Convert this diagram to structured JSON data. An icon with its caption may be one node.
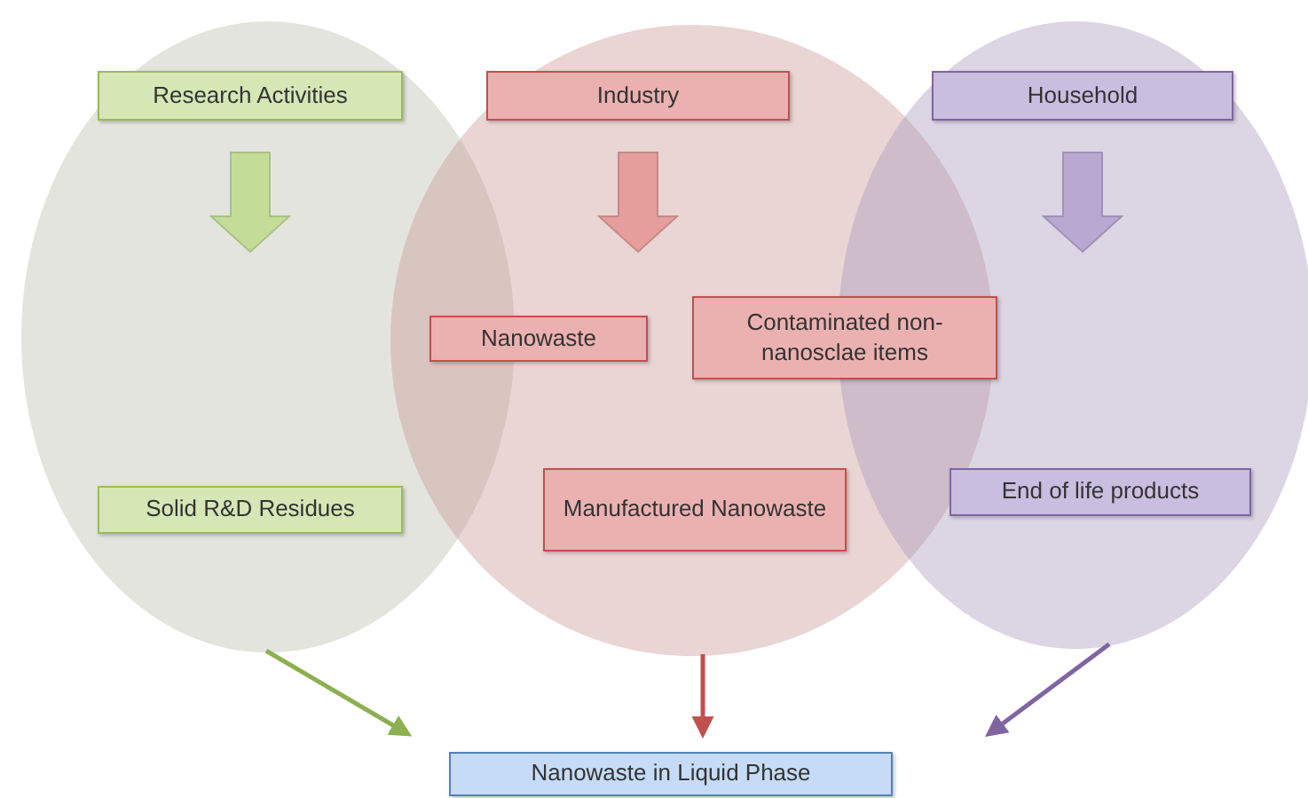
{
  "diagram": {
    "nodes": [
      {
        "text": [],
        "shape": "circle"
      },
      {
        "text": [],
        "shape": "circle"
      },
      {
        "text": [],
        "shape": "circle"
      },
      {
        "text": [
          "Research Activities"
        ],
        "in": 0
      },
      {
        "text": [
          "Industry"
        ],
        "in": 1
      },
      {
        "text": [
          "Household"
        ],
        "in": 2
      },
      {
        "text": [
          "Nanowaste"
        ],
        "in": 1
      },
      {
        "text": [
          "Contaminated non-nanosclae items"
        ],
        "in": 1
      },
      {
        "text": [
          "Solid R&D Residues"
        ],
        "in": 0
      },
      {
        "text": [
          "Manufactured Nanowaste"
        ],
        "in": 1
      },
      {
        "text": [
          "End of life products"
        ],
        "in": 2
      },
      {
        "text": [
          "Nanowaste in Liquid Phase"
        ]
      }
    ],
    "edges": [
      {
        "from": 3,
        "to": null,
        "arrow": "to",
        "style": "thick",
        "color": "#c3dd98"
      },
      {
        "from": 4,
        "to": null,
        "arrow": "to",
        "style": "thick",
        "color": "#e59e9c"
      },
      {
        "from": 5,
        "to": null,
        "arrow": "to",
        "style": "thick",
        "color": "#b9a8d2"
      },
      {
        "from": 0,
        "to": 11,
        "arrow": "to",
        "color": "#8cb050"
      },
      {
        "from": 1,
        "to": 11,
        "arrow": "to",
        "color": "#c0504d"
      },
      {
        "from": 2,
        "to": 11,
        "arrow": "to",
        "color": "#8064a2"
      }
    ]
  }
}
